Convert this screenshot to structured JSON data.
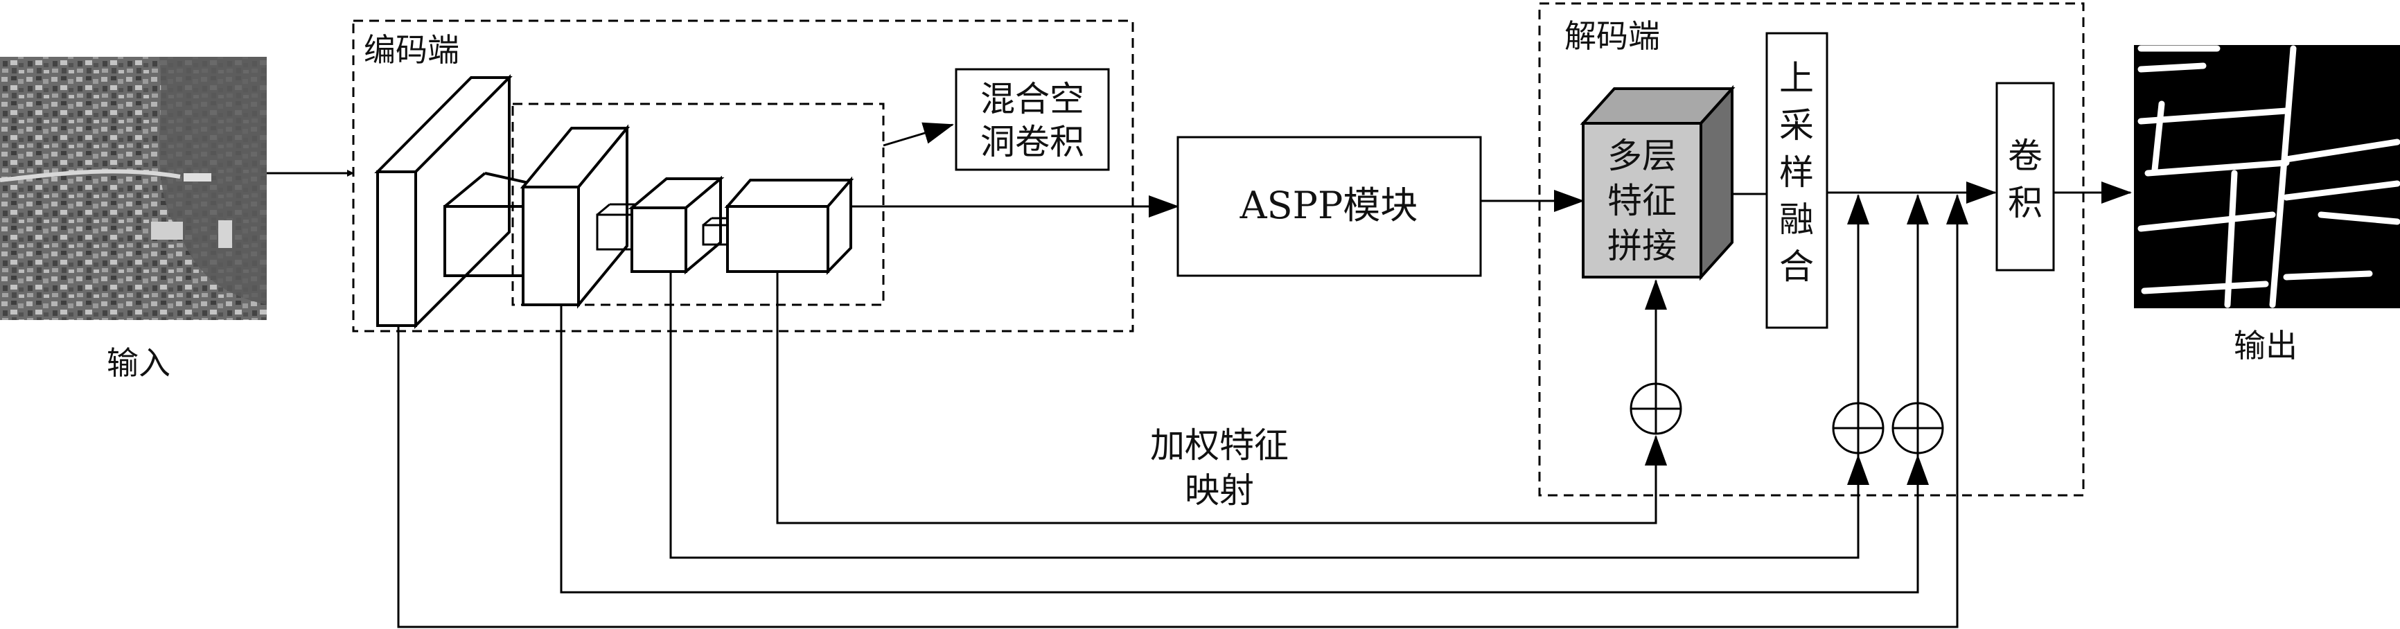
{
  "input_label": "输入",
  "output_label": "输出",
  "encoder_label": "编码端",
  "decoder_label": "解码端",
  "mixed_conv_label": [
    "混合空",
    "洞卷积"
  ],
  "aspp_label": "ASPP模块",
  "concat_label": [
    "多层",
    "特征",
    "拼接"
  ],
  "upsample_label": [
    "上",
    "采",
    "样",
    "融",
    "合"
  ],
  "conv_label": [
    "卷",
    "积"
  ],
  "weighted_label": [
    "加权特征",
    "映射"
  ],
  "colors": {
    "line": "#000000",
    "concat_front": "#c8c8c8",
    "concat_top": "#a8a8a8",
    "concat_side": "#6e6e6e",
    "input_image_base": "#6b6b6b",
    "output_image_base": "#000000",
    "output_roads": "#ffffff"
  },
  "icons": [
    "input-satellite-image",
    "output-road-mask",
    "add-circle-icon"
  ]
}
